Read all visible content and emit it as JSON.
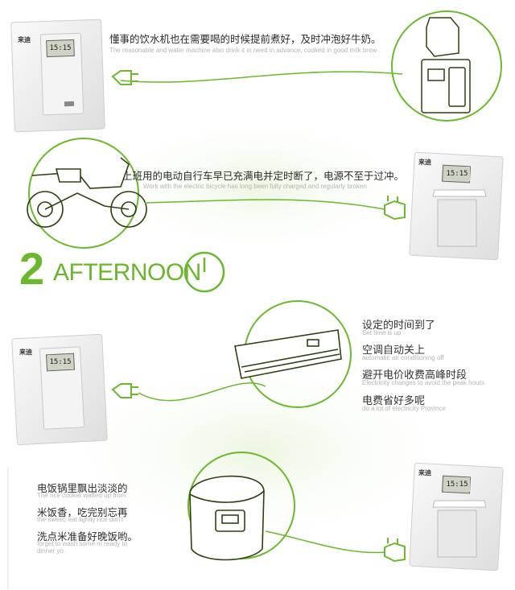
{
  "brand_mark": "来迪",
  "switch_display": "15:15",
  "scene_1": {
    "cn": "懂事的饮水机也在需要喝的时候提前煮好，及时冲泡好牛奶。",
    "en": "The reasonable and water machine also drink it in need in advance, cooked in good milk brew"
  },
  "scene_2": {
    "cn": "上班用的电动自行车早已充满电并定时断了，电源不至于过冲。",
    "en": "Work with the electric bicycle has long been fully charged and regularly broken"
  },
  "section": {
    "number": "2",
    "title": "AFTERNOON"
  },
  "scene_3": {
    "lines": [
      {
        "cn": "设定的时间到了",
        "en": "Set time is up"
      },
      {
        "cn": "空调自动关上",
        "en": "automatic air conditioning off"
      },
      {
        "cn": "避开电价收费高峰时段",
        "en": "Electricity changes to avoid the peak hours"
      },
      {
        "cn": "电费省好多呢",
        "en": "do a lot of electricity Province"
      }
    ]
  },
  "scene_4": {
    "lines": [
      {
        "cn": "电饭锅里飘出淡淡的",
        "en": "The rice cooker wafted up from"
      },
      {
        "cn": "米饭香，吃完别忘再",
        "en": "the sweet, eat lightly rice don't"
      },
      {
        "cn": "洗点米准备好晚饭哟。",
        "en": "forget to wash some m ready to"
      },
      {
        "cn": "",
        "en": "dinner yo."
      }
    ]
  },
  "colors": {
    "accent_green": "#6bb82c",
    "text_dark": "#2b2b2b",
    "text_light": "#b4b4b4"
  }
}
